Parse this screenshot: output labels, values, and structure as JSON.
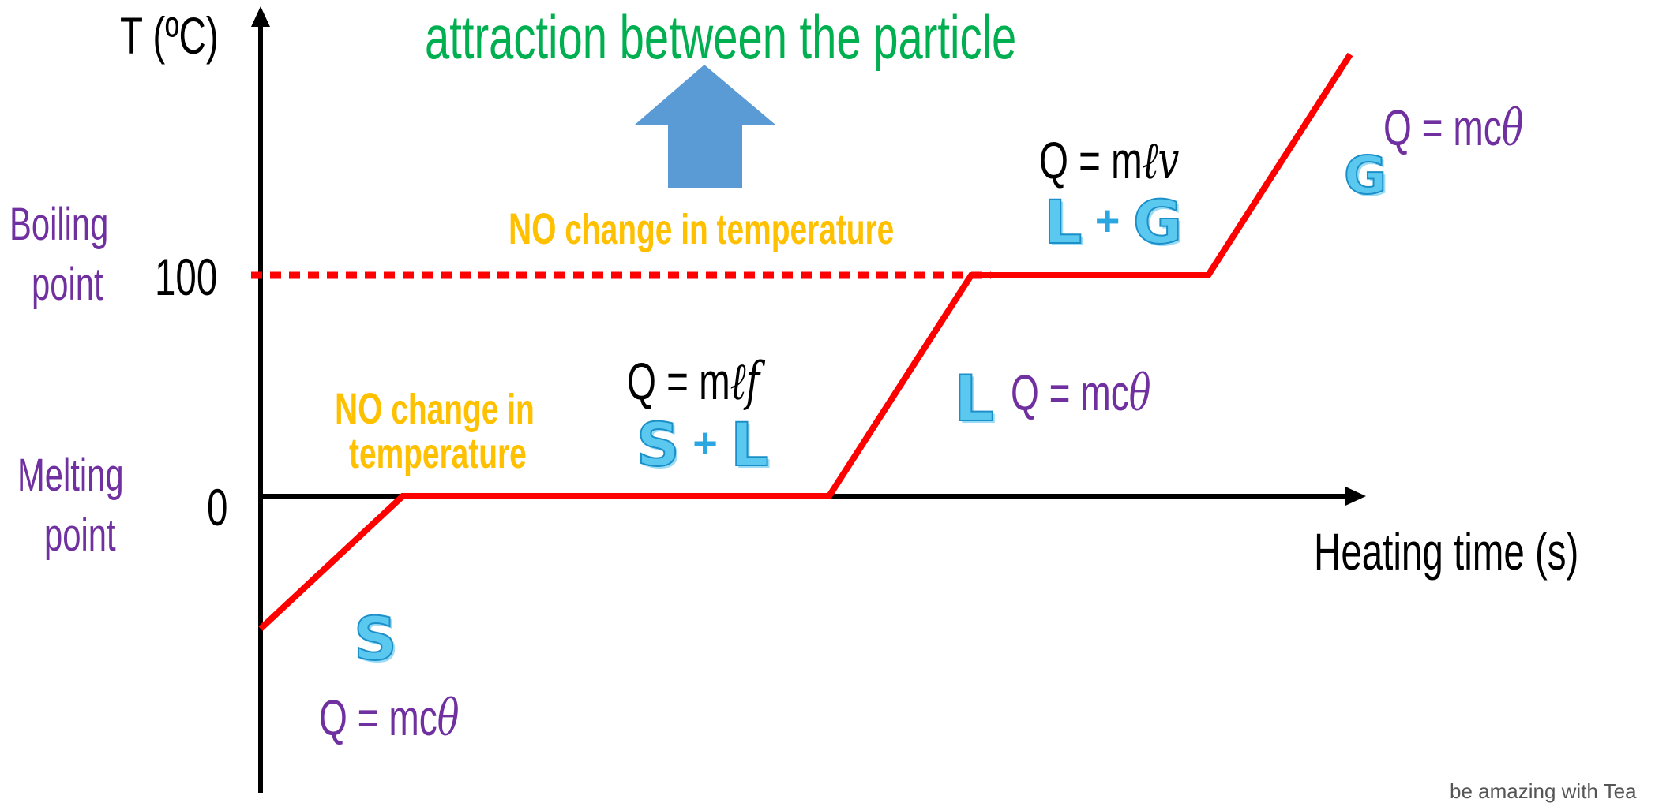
{
  "y_axis": {
    "label": "T (ºC)",
    "ticks": [
      "100",
      "0"
    ]
  },
  "x_axis": {
    "label": "Heating time (s)"
  },
  "points": {
    "boiling": [
      "Boiling",
      "point"
    ],
    "melting": [
      "Melting",
      "point"
    ]
  },
  "header": {
    "text": "attraction between the particle"
  },
  "no_change_top": {
    "no": "NO",
    "rest": " change in temperature"
  },
  "no_change_mid": {
    "no": "NO",
    "line1_rest": " change in",
    "line2": "temperature"
  },
  "formulas": {
    "solid": {
      "pre": "Q = mc",
      "sym": "θ"
    },
    "liquid": {
      "pre": "Q = mc",
      "sym": "θ"
    },
    "gas": {
      "pre": "Q = mc",
      "sym": "θ"
    },
    "fusion": {
      "pre": "Q = m",
      "sym": "ℓf"
    },
    "vapor": {
      "pre": "Q = m",
      "sym": "ℓv"
    }
  },
  "states": {
    "solid": "S",
    "fusion_a": "S",
    "fusion_plus": "+",
    "fusion_b": "L",
    "liquid": "L",
    "vapor_a": "L",
    "vapor_plus": "+",
    "vapor_b": "G",
    "gas": "G"
  },
  "footer": "be amazing with Tea",
  "colors": {
    "curve": "#ff0000",
    "axis": "#000000",
    "arrow": "#5b9bd5",
    "label": "#7030a0",
    "highlight": "#ffc000",
    "header": "#00b050",
    "state": "#3fb5ea"
  },
  "chart_data": {
    "type": "line",
    "title": "",
    "xlabel": "Heating time (s)",
    "ylabel": "T (ºC)",
    "y_ticks": [
      100,
      0
    ],
    "series": [
      {
        "values": [
          [
            0,
            -60
          ],
          [
            3,
            0
          ],
          [
            12,
            0
          ],
          [
            15,
            100
          ],
          [
            20,
            100
          ],
          [
            23,
            200
          ]
        ]
      }
    ]
  }
}
